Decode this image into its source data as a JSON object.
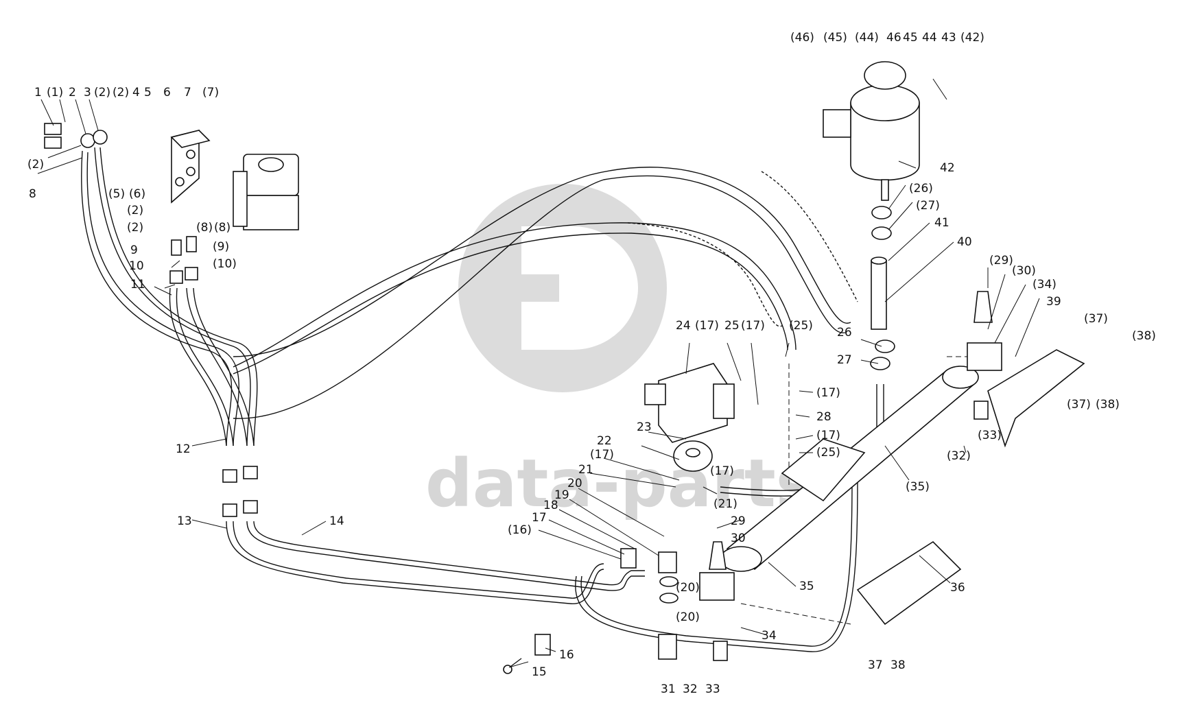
{
  "diagram": {
    "watermark": {
      "text": "data-parts",
      "color": "#cfcfcf"
    },
    "line_color": "#111111",
    "labels": [
      {
        "id": "l1",
        "text": "1"
      },
      {
        "id": "l2",
        "text": "(1)"
      },
      {
        "id": "l3",
        "text": "2"
      },
      {
        "id": "l4",
        "text": "3"
      },
      {
        "id": "l5",
        "text": "(2)"
      },
      {
        "id": "l6",
        "text": "(2)"
      },
      {
        "id": "l7",
        "text": "4"
      },
      {
        "id": "l8",
        "text": "5"
      },
      {
        "id": "l9",
        "text": "6"
      },
      {
        "id": "l10",
        "text": "7"
      },
      {
        "id": "l11",
        "text": "(7)"
      },
      {
        "id": "l12",
        "text": "(2)"
      },
      {
        "id": "l13",
        "text": "8"
      },
      {
        "id": "l14",
        "text": "(5)"
      },
      {
        "id": "l15",
        "text": "(6)"
      },
      {
        "id": "l16",
        "text": "(2)"
      },
      {
        "id": "l17",
        "text": "(2)"
      },
      {
        "id": "l18",
        "text": "(8)"
      },
      {
        "id": "l19",
        "text": "(8)"
      },
      {
        "id": "l20",
        "text": "9"
      },
      {
        "id": "l21",
        "text": "(9)"
      },
      {
        "id": "l22",
        "text": "10"
      },
      {
        "id": "l23",
        "text": "(10)"
      },
      {
        "id": "l24",
        "text": "11"
      },
      {
        "id": "l25",
        "text": "12"
      },
      {
        "id": "l26",
        "text": "13"
      },
      {
        "id": "l27",
        "text": "14"
      },
      {
        "id": "l28",
        "text": "15"
      },
      {
        "id": "l29",
        "text": "16"
      },
      {
        "id": "l30",
        "text": "(16)"
      },
      {
        "id": "l31",
        "text": "17"
      },
      {
        "id": "l32",
        "text": "18"
      },
      {
        "id": "l33",
        "text": "19"
      },
      {
        "id": "l34",
        "text": "20"
      },
      {
        "id": "l35",
        "text": "(20)"
      },
      {
        "id": "l36",
        "text": "(20)"
      },
      {
        "id": "l37",
        "text": "21"
      },
      {
        "id": "l38",
        "text": "(21)"
      },
      {
        "id": "l39",
        "text": "22"
      },
      {
        "id": "l40",
        "text": "23"
      },
      {
        "id": "l41",
        "text": "24"
      },
      {
        "id": "l42",
        "text": "(17)"
      },
      {
        "id": "l43",
        "text": "25"
      },
      {
        "id": "l44",
        "text": "(17)"
      },
      {
        "id": "l45",
        "text": "(25)"
      },
      {
        "id": "l46",
        "text": "(17)"
      },
      {
        "id": "l47",
        "text": "28"
      },
      {
        "id": "l48",
        "text": "(17)"
      },
      {
        "id": "l49",
        "text": "(25)"
      },
      {
        "id": "l50",
        "text": "(17)"
      },
      {
        "id": "l51",
        "text": "(17)"
      },
      {
        "id": "l52",
        "text": "29"
      },
      {
        "id": "l53",
        "text": "30"
      },
      {
        "id": "l54",
        "text": "31"
      },
      {
        "id": "l55",
        "text": "32"
      },
      {
        "id": "l56",
        "text": "33"
      },
      {
        "id": "l57",
        "text": "34"
      },
      {
        "id": "l58",
        "text": "35"
      },
      {
        "id": "l59",
        "text": "(35)"
      },
      {
        "id": "l60",
        "text": "36"
      },
      {
        "id": "l61",
        "text": "37"
      },
      {
        "id": "l62",
        "text": "38"
      },
      {
        "id": "l63",
        "text": "26"
      },
      {
        "id": "l64",
        "text": "27"
      },
      {
        "id": "l65",
        "text": "(26)"
      },
      {
        "id": "l66",
        "text": "(27)"
      },
      {
        "id": "l67",
        "text": "41"
      },
      {
        "id": "l68",
        "text": "40"
      },
      {
        "id": "l69",
        "text": "(29)"
      },
      {
        "id": "l70",
        "text": "(30)"
      },
      {
        "id": "l71",
        "text": "(34)"
      },
      {
        "id": "l72",
        "text": "39"
      },
      {
        "id": "l73",
        "text": "(37)"
      },
      {
        "id": "l74",
        "text": "(38)"
      },
      {
        "id": "l75",
        "text": "(37)"
      },
      {
        "id": "l76",
        "text": "(38)"
      },
      {
        "id": "l77",
        "text": "(33)"
      },
      {
        "id": "l78",
        "text": "(32)"
      },
      {
        "id": "l79",
        "text": "42"
      },
      {
        "id": "l80",
        "text": "(42)"
      },
      {
        "id": "l81",
        "text": "43"
      },
      {
        "id": "l82",
        "text": "44"
      },
      {
        "id": "l83",
        "text": "45"
      },
      {
        "id": "l84",
        "text": "46"
      },
      {
        "id": "l85",
        "text": "(44)"
      },
      {
        "id": "l86",
        "text": "(45)"
      },
      {
        "id": "l87",
        "text": "(46)"
      }
    ]
  }
}
